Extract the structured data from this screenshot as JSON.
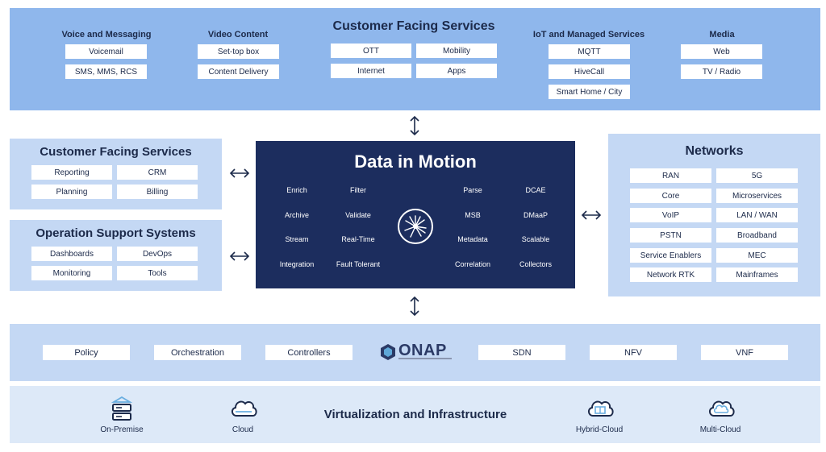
{
  "top": {
    "title": "Customer Facing Services",
    "groups": {
      "voice": {
        "title": "Voice and Messaging",
        "items": [
          "Voicemail",
          "SMS, MMS, RCS"
        ]
      },
      "video": {
        "title": "Video Content",
        "items": [
          "Set-top box",
          "Content Delivery"
        ]
      },
      "center": {
        "items": [
          "OTT",
          "Mobility",
          "Internet",
          "Apps"
        ]
      },
      "iot": {
        "title": "IoT and Managed Services",
        "items": [
          "MQTT",
          "HiveCall",
          "Smart Home / City"
        ]
      },
      "media": {
        "title": "Media",
        "items": [
          "Web",
          "TV / Radio"
        ]
      }
    }
  },
  "left_cfs": {
    "title": "Customer Facing Services",
    "items": [
      "Reporting",
      "CRM",
      "Planning",
      "Billing"
    ]
  },
  "left_oss": {
    "title": "Operation Support Systems",
    "items": [
      "Dashboards",
      "DevOps",
      "Monitoring",
      "Tools"
    ]
  },
  "data_in_motion": {
    "title": "Data in Motion",
    "left_items": [
      "Enrich",
      "Filter",
      "Archive",
      "Validate",
      "Stream",
      "Real-Time",
      "Integration",
      "Fault Tolerant"
    ],
    "right_items": [
      "Parse",
      "DCAE",
      "MSB",
      "DMaaP",
      "Metadata",
      "Scalable",
      "Correlation",
      "Collectors"
    ]
  },
  "networks": {
    "title": "Networks",
    "items": [
      "RAN",
      "5G",
      "Core",
      "Microservices",
      "VoIP",
      "LAN / WAN",
      "PSTN",
      "Broadband",
      "Service Enablers",
      "MEC",
      "Network RTK",
      "Mainframes"
    ]
  },
  "onap_row": {
    "logo_text": "ONAP",
    "items": [
      "Policy",
      "Orchestration",
      "Controllers",
      "SDN",
      "NFV",
      "VNF"
    ]
  },
  "infrastructure": {
    "title": "Virtualization and Infrastructure",
    "items": [
      {
        "label": "On-Premise",
        "icon": "server-icon"
      },
      {
        "label": "Cloud",
        "icon": "cloud-icon"
      },
      {
        "label": "Hybrid-Cloud",
        "icon": "hybrid-cloud-icon"
      },
      {
        "label": "Multi-Cloud",
        "icon": "multi-cloud-icon"
      }
    ]
  },
  "colors": {
    "top_panel": "#8fb7ec",
    "side_panels": "#c4d8f4",
    "core_panel": "#1c2d5e",
    "infra_panel": "#dde9f8",
    "text": "#1c2a4a"
  }
}
